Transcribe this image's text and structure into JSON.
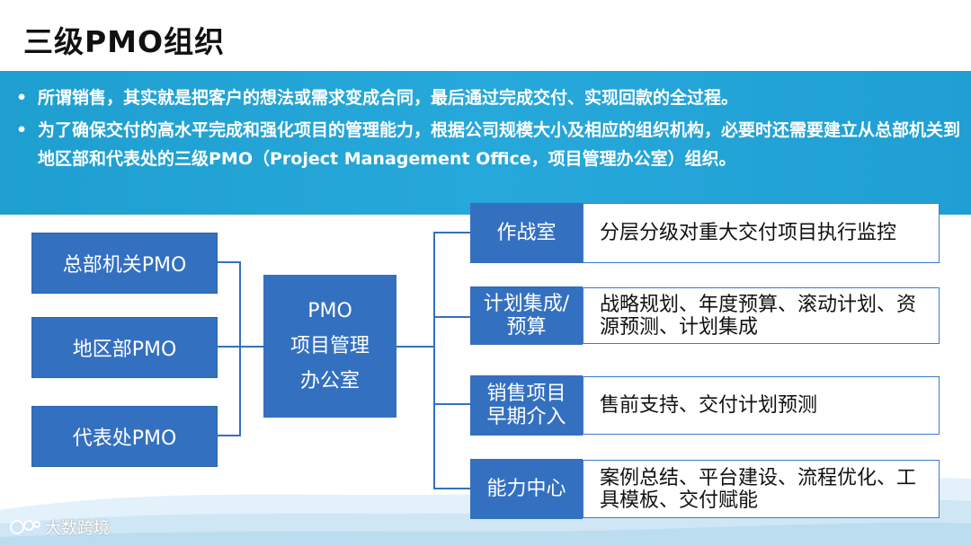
{
  "title": "三级PMO组织",
  "bullets": [
    {
      "marker": "•",
      "text": "所谓销售，其实就是把客户的想法或需求变成合同，最后通过完成交付、实现回款的全过程。"
    },
    {
      "marker": "•",
      "text": "为了确保交付的高水平完成和强化项目的管理能力，根据公司规模大小及相应的组织机构，必要时还需要建立从总部机关到地区部和代表处的三级PMO（Project Management Office，项目管理办公室）组织。"
    }
  ],
  "left_boxes": [
    "总部机关PMO",
    "地区部PMO",
    "代表处PMO"
  ],
  "center": {
    "line1": "PMO",
    "line2": "项目管理",
    "line3": "办公室"
  },
  "functions": [
    {
      "label_lines": [
        "作战室"
      ],
      "desc": "分层分级对重大交付项目执行监控"
    },
    {
      "label_lines": [
        "计划集成/",
        "预算"
      ],
      "desc": "战略规划、年度预算、滚动计划、资源预测、计划集成"
    },
    {
      "label_lines": [
        "销售项目",
        "早期介入"
      ],
      "desc": "售前支持、交付计划预测"
    },
    {
      "label_lines": [
        "能力中心"
      ],
      "desc": "案例总结、平台建设、流程优化、工具模板、交付赋能"
    }
  ],
  "watermark": "大数跨境",
  "colors": {
    "banner": "#27a8da",
    "box": "#3470c0",
    "desc_border": "#3d7ad0"
  }
}
